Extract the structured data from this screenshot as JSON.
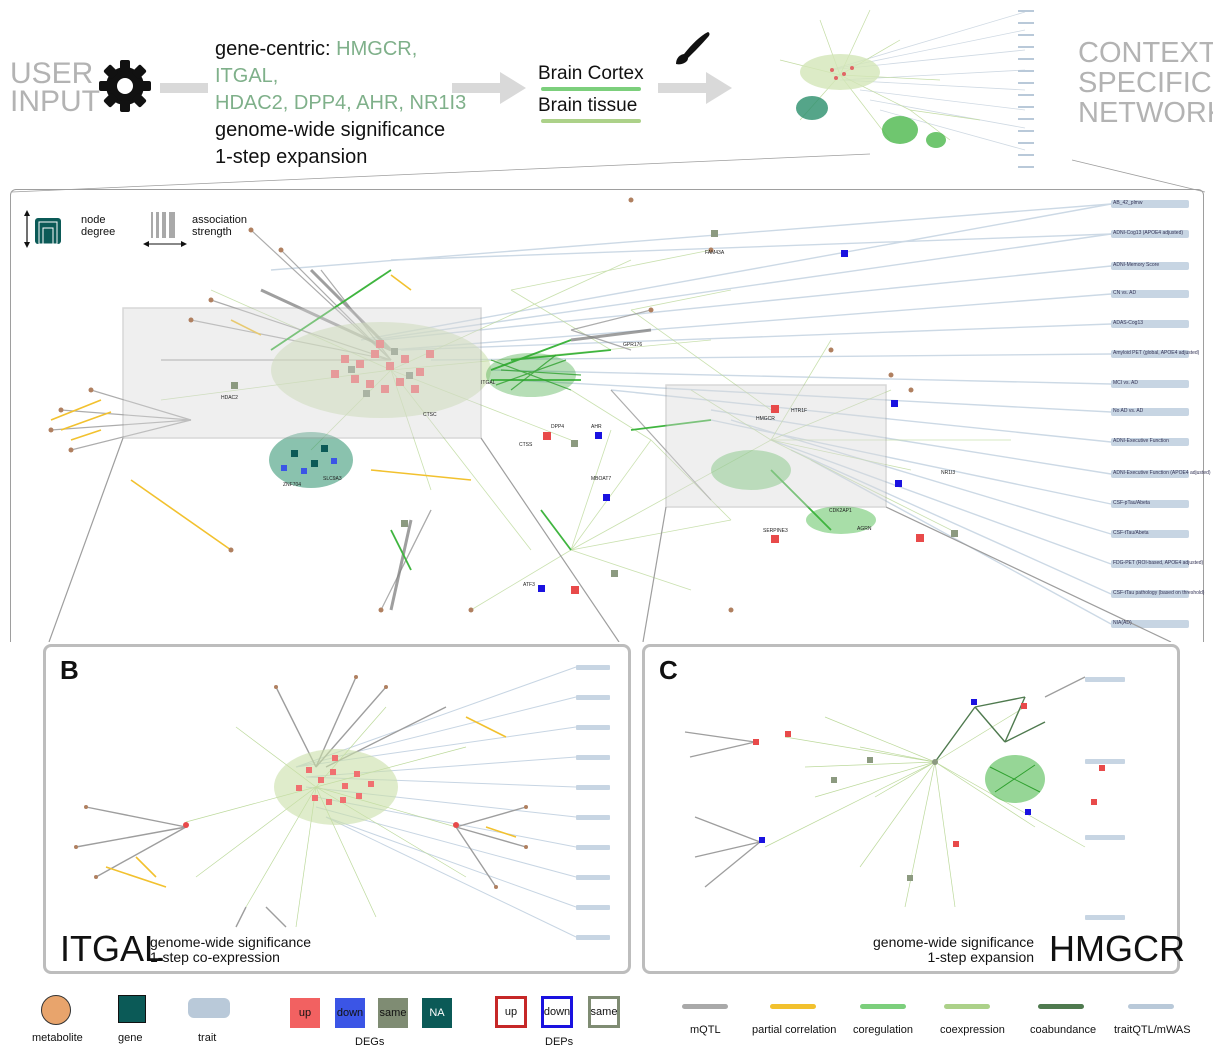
{
  "header": {
    "user_input": [
      "USER",
      "INPUT"
    ],
    "params_prefix": "gene-centric: ",
    "params_genes_1": "HMGCR, ITGAL,",
    "params_genes_2": "HDAC2, DPP4, AHR, NR1I3",
    "param_line3": "genome-wide significance",
    "param_line4": "1-step expansion",
    "tissue_1": "Brain Cortex",
    "tissue_2": "Brain tissue",
    "output": [
      "CONTEXT-",
      "SPECIFIC",
      "NETWORK"
    ]
  },
  "main_panel": {
    "node_degree_label": [
      "node",
      "degree"
    ],
    "assoc_label": [
      "association",
      "strength"
    ],
    "traits": [
      "AB_42_plmw",
      "ADNI-Cog13 (APOE4 adjusted)",
      "ADNI-Memory Score",
      "CN vs. AD",
      "ADAS-Cog13",
      "Amyloid PET (global, APOE4 adjusted)",
      "MCI vs. AD",
      "No AD vs. AD",
      "ADNI-Executive Function",
      "ADNI-Executive Function (APOE4 adjusted)",
      "CSF-pTau/Abeta",
      "CSF-tTau/Abeta",
      "FDG-PET (ROI-based, APOE4 adjusted)",
      "CSF-tTau pathology (based on threshold)",
      "NIA(AD)"
    ],
    "sample_labels": [
      "HMGCR",
      "ITGAL",
      "HDAC2",
      "DPP4",
      "AHR",
      "NR1I3",
      "CTSS",
      "CTSC",
      "ZNF704",
      "SLC9A3",
      "MBOAT7",
      "CDK2AP1",
      "AGRN",
      "HTR1F",
      "SERPINE3",
      "ATF3",
      "FAM43A",
      "GPR176"
    ]
  },
  "panel_b": {
    "letter": "B",
    "gene": "ITGAL",
    "desc_1": "genome-wide significance",
    "desc_2": "1-step co-expression"
  },
  "panel_c": {
    "letter": "C",
    "gene": "HMGCR",
    "desc_1": "genome-wide significance",
    "desc_2": "1-step expansion"
  },
  "legend": {
    "node_types": [
      {
        "label": "metabolite",
        "color": "#e8a46c"
      },
      {
        "label": "gene",
        "color": "#0b5a57"
      },
      {
        "label": "trait",
        "color": "#b9c9d9"
      }
    ],
    "degs_title": "DEGs",
    "degs": [
      {
        "label": "up",
        "color": "#f26161"
      },
      {
        "label": "down",
        "color": "#3b55e6"
      },
      {
        "label": "same",
        "color": "#7f8c73"
      },
      {
        "label": "NA",
        "color": "#0b5a57"
      }
    ],
    "deps_title": "DEPs",
    "deps": [
      {
        "label": "up",
        "color": "#c62828"
      },
      {
        "label": "down",
        "color": "#1a12e0"
      },
      {
        "label": "same",
        "color": "#7f8c73"
      }
    ],
    "edges": [
      {
        "label": "mQTL",
        "color": "#a9a9a9"
      },
      {
        "label": "partial correlation",
        "color": "#f2c12e"
      },
      {
        "label": "coregulation",
        "color": "#7ccf7c"
      },
      {
        "label": "coexpression",
        "color": "#acd189"
      },
      {
        "label": "coabundance",
        "color": "#4f7a4f"
      },
      {
        "label": "traitQTL/mWAS",
        "color": "#b9c9d9"
      }
    ]
  }
}
